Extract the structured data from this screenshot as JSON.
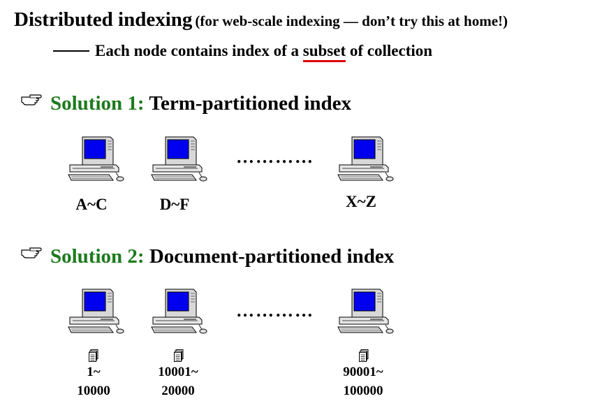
{
  "header": {
    "title": "Distributed indexing",
    "title_note": "(for web-scale indexing — don’t try this at home!)",
    "subline_pre": "Each node contains index of a ",
    "subline_underlined": "subset",
    "subline_post": " of collection"
  },
  "solution1": {
    "prefix": "Solution 1:",
    "title": "Term-partitioned index",
    "ellipsis": "…………",
    "nodes": [
      {
        "label": "A~C"
      },
      {
        "label": "D~F"
      },
      {
        "label": "X~Z"
      }
    ]
  },
  "solution2": {
    "prefix": "Solution 2:",
    "title": "Document-partitioned index",
    "ellipsis": "…………",
    "nodes": [
      {
        "range_start": "1~",
        "range_end": "10000"
      },
      {
        "range_start": "10001~",
        "range_end": "20000"
      },
      {
        "range_start": "90001~",
        "range_end": "100000"
      }
    ]
  },
  "icons": {
    "bullet": "pointing-hand-icon",
    "node": "computer-icon",
    "doc": "document-stack-icon"
  },
  "colors": {
    "solution_label": "#1c7a1c",
    "underline": "#e00000",
    "screen": "#0000ee"
  }
}
